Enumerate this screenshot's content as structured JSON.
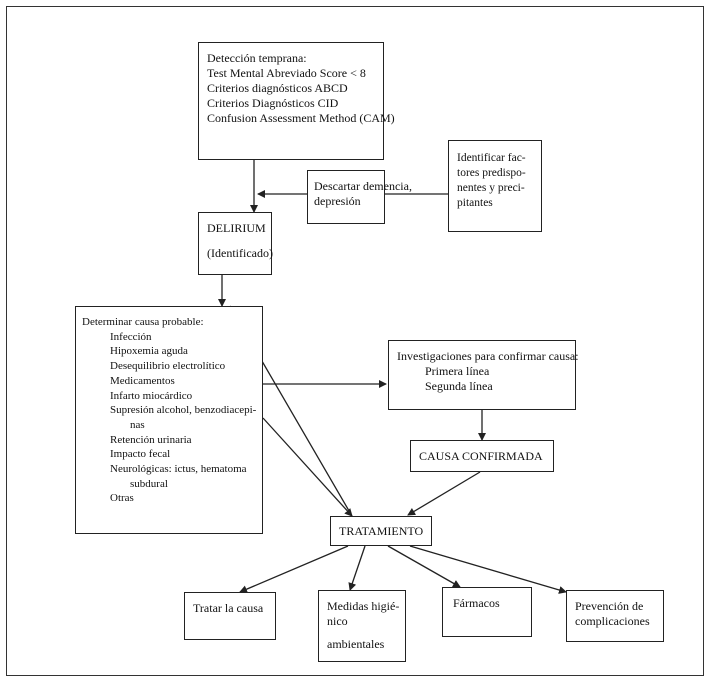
{
  "deteccion": {
    "title": "Detección temprana:",
    "items": [
      "Test Mental Abreviado Score < 8",
      "Criterios diagnósticos ABCD",
      "Criterios Diagnósticos CID",
      "Confusion Assessment Method (CAM)"
    ]
  },
  "descartar": {
    "lines": [
      "Descartar demencia,",
      "depresión"
    ]
  },
  "identificar": {
    "lines": [
      "Identificar fac-",
      "tores predispo-",
      "nentes y preci-",
      "pitantes"
    ]
  },
  "delirium": {
    "title": "DELIRIUM",
    "subtitle": "(Identificado)"
  },
  "causa_probable": {
    "title": "Determinar causa probable:",
    "items": [
      "Infección",
      "Hipoxemia aguda",
      "Desequilibrio electrolítico",
      "Medicamentos",
      "Infarto miocárdico",
      "Supresión alcohol, benzodiacepi-",
      "nas",
      "Retención urinaria",
      "Impacto fecal",
      "Neurológicas: ictus, hematoma",
      "subdural",
      "Otras"
    ]
  },
  "investigaciones": {
    "title": "Investigaciones para confirmar causa:",
    "items": [
      "Primera línea",
      "Segunda línea"
    ]
  },
  "confirmada": {
    "title": "CAUSA CONFIRMADA"
  },
  "tratamiento": {
    "title": "TRATAMIENTO"
  },
  "tratar": {
    "title": "Tratar la causa"
  },
  "medidas": {
    "lines": [
      "Medidas higié-",
      "nico",
      "ambientales"
    ]
  },
  "farmacos": {
    "title": "Fármacos"
  },
  "prevencion": {
    "lines": [
      "Prevención de",
      "complicaciones"
    ]
  }
}
